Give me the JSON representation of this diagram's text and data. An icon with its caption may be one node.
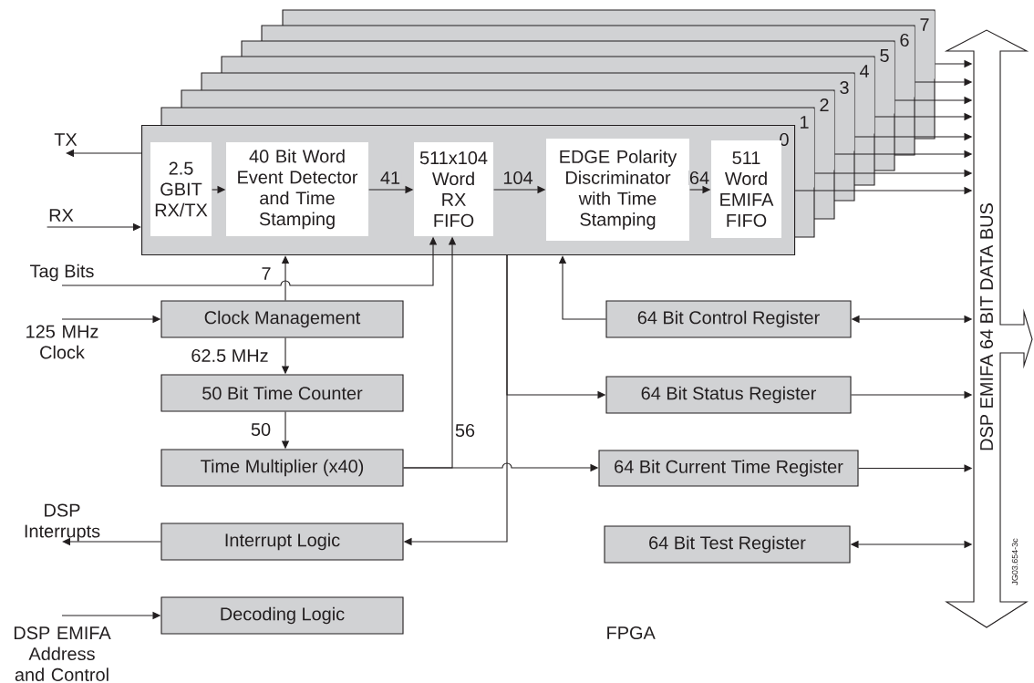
{
  "diagram": {
    "nodes": [
      {
        "text": [
          "0"
        ]
      },
      {
        "text": [
          "1"
        ]
      },
      {
        "text": [
          "2"
        ]
      },
      {
        "text": [
          "3"
        ]
      },
      {
        "text": [
          "4"
        ]
      },
      {
        "text": [
          "5"
        ]
      },
      {
        "text": [
          "6"
        ]
      },
      {
        "text": [
          "7"
        ]
      },
      {
        "text": [
          "2.5 GBIT RX/TX"
        ],
        "in": 0
      },
      {
        "text": [
          "40 Bit Word Event Detector and Time Stamping"
        ],
        "in": 0
      },
      {
        "text": [
          "511x104 Word RX FIFO"
        ],
        "in": 0
      },
      {
        "text": [
          "EDGE Polarity Discriminator with Time Stamping"
        ],
        "in": 0
      },
      {
        "text": [
          "511 Word EMIFA FIFO"
        ],
        "in": 0
      },
      {
        "text": [
          "TX"
        ]
      },
      {
        "text": [
          "RX"
        ]
      },
      {
        "text": [
          "Tag Bits"
        ]
      },
      {
        "text": [
          "Clock Management"
        ]
      },
      {
        "text": [
          "125 MHz Clock"
        ]
      },
      {
        "text": [
          "50 Bit Time Counter"
        ]
      },
      {
        "text": [
          "Time Multiplier (x40)"
        ]
      },
      {
        "text": [
          "DSP Interrupts"
        ]
      },
      {
        "text": [
          "Interrupt Logic"
        ]
      },
      {
        "text": [
          "Decoding Logic"
        ]
      },
      {
        "text": [
          "DSP EMIFA Address and Control"
        ]
      },
      {
        "text": [
          "64 Bit Control Register"
        ]
      },
      {
        "text": [
          "64 Bit Status Register"
        ]
      },
      {
        "text": [
          "64 Bit Current Time Register"
        ]
      },
      {
        "text": [
          "64 Bit Test Register"
        ]
      },
      {
        "text": [
          "DSP EMIFA 64 BIT DATA BUS"
        ]
      }
    ],
    "edges": [
      {
        "from": 0,
        "to": 13,
        "arrow": "to"
      },
      {
        "from": 14,
        "to": 0,
        "arrow": "to"
      },
      {
        "from": 8,
        "to": 9,
        "arrow": "to"
      },
      {
        "from": 9,
        "to": 10,
        "arrow": "to",
        "label": "41"
      },
      {
        "from": 10,
        "to": 11,
        "arrow": "to",
        "label": "104"
      },
      {
        "from": 11,
        "to": 12,
        "arrow": "to",
        "label": "64"
      },
      {
        "from": 0,
        "to": 28,
        "arrow": "to"
      },
      {
        "from": 1,
        "to": 28,
        "arrow": "to"
      },
      {
        "from": 2,
        "to": 28,
        "arrow": "to"
      },
      {
        "from": 3,
        "to": 28,
        "arrow": "to"
      },
      {
        "from": 4,
        "to": 28,
        "arrow": "to"
      },
      {
        "from": 5,
        "to": 28,
        "arrow": "to"
      },
      {
        "from": 6,
        "to": 28,
        "arrow": "to"
      },
      {
        "from": 7,
        "to": 28,
        "arrow": "to"
      },
      {
        "from": 15,
        "to": 10,
        "arrow": "to",
        "label": "7"
      },
      {
        "from": 16,
        "to": 0,
        "arrow": "to"
      },
      {
        "from": 17,
        "to": 16,
        "arrow": "to"
      },
      {
        "from": 16,
        "to": 18,
        "arrow": "to",
        "label": "62.5 MHz"
      },
      {
        "from": 18,
        "to": 19,
        "arrow": "to",
        "label": "50"
      },
      {
        "from": 19,
        "to": 10,
        "arrow": "to",
        "label": "56"
      },
      {
        "from": 19,
        "to": 26,
        "arrow": "to"
      },
      {
        "from": 0,
        "to": 21,
        "arrow": "to"
      },
      {
        "from": 0,
        "to": 25,
        "arrow": "to"
      },
      {
        "from": 24,
        "to": 0,
        "arrow": "to"
      },
      {
        "from": 21,
        "to": 20,
        "arrow": "to"
      },
      {
        "from": 23,
        "to": 22,
        "arrow": "to"
      },
      {
        "from": 24,
        "to": 28,
        "arrow": "both"
      },
      {
        "from": 25,
        "to": 28,
        "arrow": "to"
      },
      {
        "from": 26,
        "to": 28,
        "arrow": "to"
      },
      {
        "from": 27,
        "to": 28,
        "arrow": "both"
      }
    ],
    "labels": [
      "FPGA",
      "JG03.654-3c"
    ]
  }
}
